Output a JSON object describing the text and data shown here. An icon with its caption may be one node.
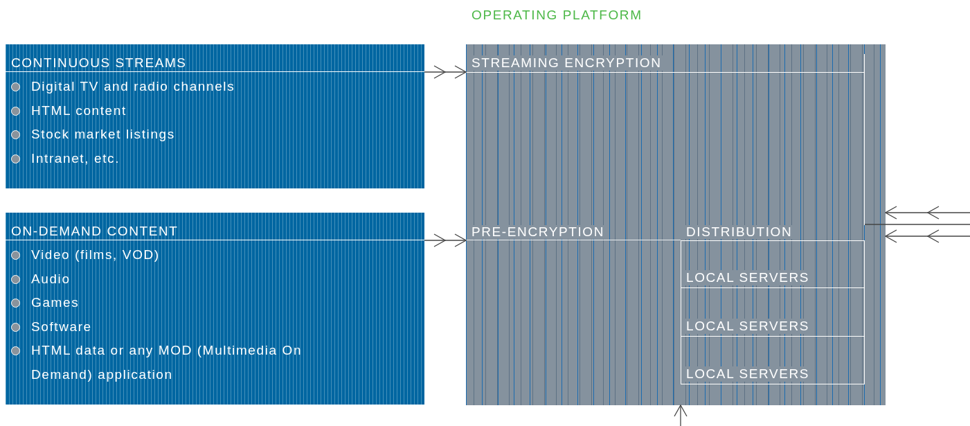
{
  "diagram": {
    "nodes": [
      {
        "text": [
          "CONTINUOUS STREAMS",
          "Digital TV and radio channels",
          "HTML content",
          "Stock market listings",
          "Intranet, etc."
        ]
      },
      {
        "text": [
          "ON-DEMAND CONTENT",
          "Video (films, VOD)",
          "Audio",
          "Games",
          "Software",
          "HTML data or any MOD (Multimedia On Demand) application"
        ]
      },
      {
        "text": [
          "OPERATING PLATFORM"
        ]
      },
      {
        "text": [
          "STREAMING ENCRYPTION"
        ],
        "in": 2
      },
      {
        "text": [
          "PRE-ENCRYPTION"
        ],
        "in": 2
      },
      {
        "text": [
          "DISTRIBUTION"
        ],
        "in": 2
      },
      {
        "text": [
          "LOCAL SERVERS"
        ],
        "in": 5
      },
      {
        "text": [
          "LOCAL SERVERS"
        ],
        "in": 5
      },
      {
        "text": [
          "LOCAL SERVERS"
        ],
        "in": 5
      }
    ],
    "edges": [
      {
        "from": 0,
        "to": 3,
        "arrow": "to"
      },
      {
        "from": 1,
        "to": 4,
        "arrow": "to"
      },
      {
        "from": null,
        "to": 2,
        "arrow": "to"
      },
      {
        "from": null,
        "to": 3,
        "arrow": "none"
      },
      {
        "from": null,
        "to": 2,
        "arrow": "to"
      },
      {
        "from": null,
        "to": 2,
        "arrow": "to"
      }
    ]
  }
}
